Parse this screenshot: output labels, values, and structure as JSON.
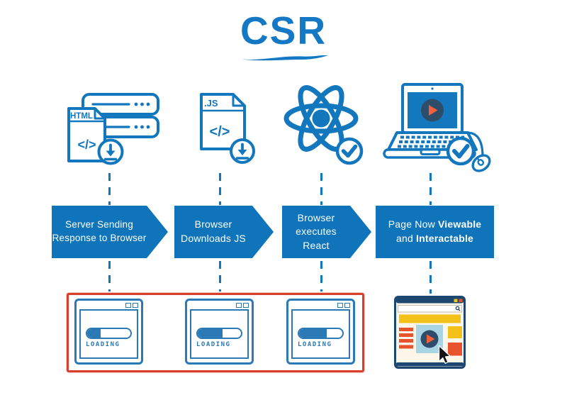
{
  "title": {
    "text": "CSR"
  },
  "steps": [
    {
      "icon": "server-sending-html-icon",
      "banner": {
        "line1": "Server Sending",
        "line2": "Response to Browser"
      },
      "result": {
        "type": "loading",
        "label": "LOADING",
        "progress_percent": 31
      }
    },
    {
      "icon": "js-file-download-icon",
      "banner": {
        "line1": "Browser",
        "line2": "Downloads JS"
      },
      "result": {
        "type": "loading",
        "label": "LOADING",
        "progress_percent": 57
      }
    },
    {
      "icon": "react-check-icon",
      "banner": {
        "line1": "Browser",
        "line2": "executes React"
      },
      "result": {
        "type": "loading",
        "label": "LOADING",
        "progress_percent": 64
      }
    },
    {
      "icon": "laptop-play-check-icon",
      "banner": {
        "line1_prefix": "Page Now ",
        "line1_bold": "Viewable",
        "line2_prefix": "and ",
        "line2_bold": "Interactable"
      },
      "result": {
        "type": "rendered-interactive-page"
      }
    }
  ],
  "icon_text": {
    "html_label": "HTML",
    "html_code": "</>",
    "js_label": ".JS",
    "js_code": "</>"
  },
  "colors": {
    "primary_blue": "#1277bd",
    "banner_blue": "#0f74ba",
    "title_blue": "#1478c4",
    "navy": "#2e4d69",
    "window_frame_navy": "#1d4670",
    "orange_red": "#e8532e",
    "play_orange": "#f2603d",
    "yellow": "#f3c117",
    "light_blue": "#a8d4e4",
    "red_outline": "#d8402c",
    "cream_bg": "#fdf6e9",
    "loading_blue": "#2b79b5"
  }
}
